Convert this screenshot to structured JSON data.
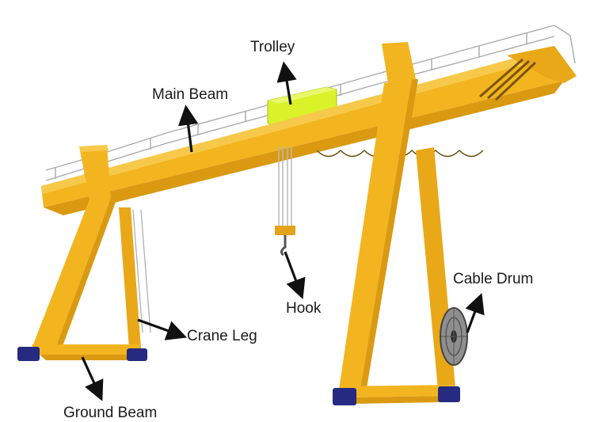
{
  "labels": {
    "trolley": "Trolley",
    "main_beam": "Main Beam",
    "hook": "Hook",
    "crane_leg": "Crane Leg",
    "cable_drum": "Cable Drum",
    "ground_beam": "Ground Beam"
  },
  "colors": {
    "structure": "#f2b51f",
    "structure_shade": "#d99a12",
    "structure_dark": "#b87d0c",
    "trolley": "#d9f22a",
    "wheels": "#262a80",
    "railing": "#a9a9a9",
    "arrow": "#111111"
  }
}
